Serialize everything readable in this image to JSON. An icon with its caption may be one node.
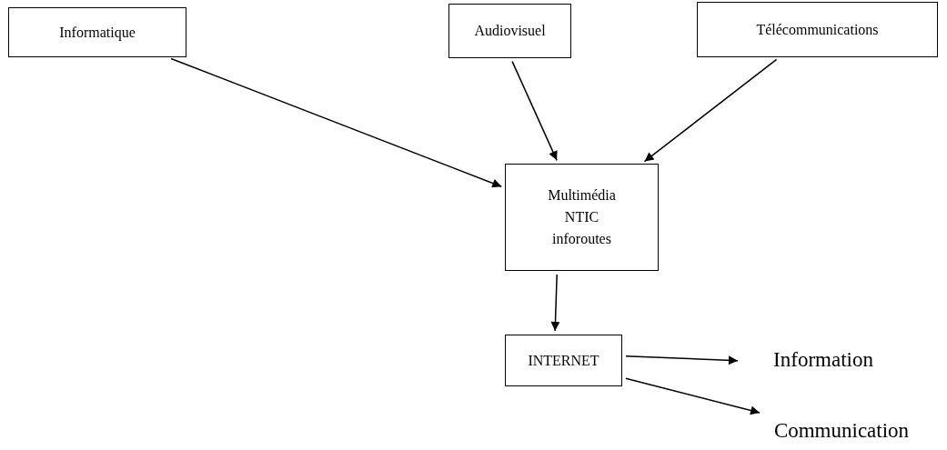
{
  "diagram": {
    "nodes": [
      {
        "text": [
          "Informatique"
        ]
      },
      {
        "text": [
          "Audiovisuel"
        ]
      },
      {
        "text": [
          "Télécommunications"
        ]
      },
      {
        "text": [
          "Multimédia NTIC inforoutes"
        ]
      },
      {
        "text": [
          "INTERNET"
        ]
      },
      {
        "text": [
          "Information"
        ]
      },
      {
        "text": [
          "Communication"
        ]
      }
    ],
    "edges": [
      {
        "from": 0,
        "to": 3,
        "arrow": "to"
      },
      {
        "from": 1,
        "to": 3,
        "arrow": "to"
      },
      {
        "from": 2,
        "to": 3,
        "arrow": "to"
      },
      {
        "from": 3,
        "to": 4,
        "arrow": "to"
      },
      {
        "from": 4,
        "to": 5,
        "arrow": "to"
      },
      {
        "from": 4,
        "to": 6,
        "arrow": "to"
      }
    ]
  }
}
